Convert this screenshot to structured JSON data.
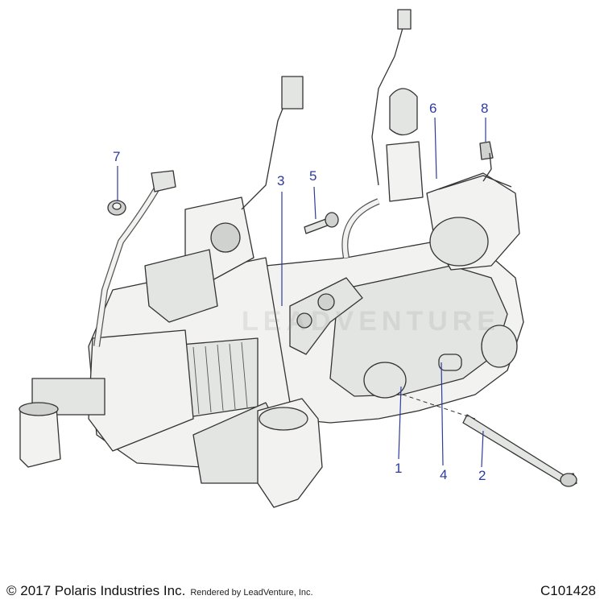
{
  "callouts": [
    "1",
    "2",
    "3",
    "4",
    "5",
    "6",
    "7",
    "8"
  ],
  "footer": {
    "copyright": "© 2017 Polaris Industries Inc.",
    "rendered_by": "Rendered by LeadVenture, Inc.",
    "drawing_id": "C101428"
  },
  "colors": {
    "callout": "#2e3a9e",
    "line": "#333333",
    "fill_light": "#f2f3f1",
    "fill_mid": "#e3e5e2",
    "fill_dark": "#cfd2ce"
  }
}
